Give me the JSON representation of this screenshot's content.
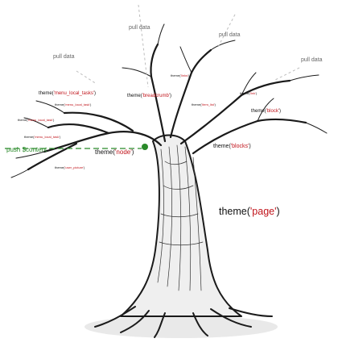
{
  "diagram": {
    "pull_labels": [
      {
        "id": "pull-1",
        "text": "pull data"
      },
      {
        "id": "pull-2",
        "text": "pull data"
      },
      {
        "id": "pull-3",
        "text": "pull data"
      },
      {
        "id": "pull-4",
        "text": "pull data"
      }
    ],
    "push_label": "push $content",
    "theme_calls": [
      {
        "id": "menu-local-tasks",
        "fn": "theme(",
        "arg": "'menu_local_tasks'",
        "close": ")"
      },
      {
        "id": "menu-local-task",
        "fn": "theme(",
        "arg": "'menu_local_task'",
        "close": ")"
      },
      {
        "id": "menu-local-task-2",
        "fn": "theme(",
        "arg": "'menu_local_task'",
        "close": ")"
      },
      {
        "id": "menu-local-task-3",
        "fn": "theme(",
        "arg": "'menu_local_task'",
        "close": ")"
      },
      {
        "id": "user-picture",
        "fn": "theme(",
        "arg": "'user_picture'",
        "close": ")"
      },
      {
        "id": "breadcrumb",
        "fn": "theme(",
        "arg": "'breadcrumb'",
        "close": ")"
      },
      {
        "id": "links",
        "fn": "theme(",
        "arg": "'links'",
        "close": ")"
      },
      {
        "id": "link",
        "fn": "theme(",
        "arg": "'link'",
        "close": ")"
      },
      {
        "id": "item-list",
        "fn": "theme(",
        "arg": "'item_list'",
        "close": ")"
      },
      {
        "id": "block",
        "fn": "theme(",
        "arg": "'block'",
        "close": ")"
      },
      {
        "id": "node",
        "fn": "theme(",
        "arg": "'node'",
        "close": ")"
      },
      {
        "id": "blocks",
        "fn": "theme(",
        "arg": "'blocks'",
        "close": ")"
      },
      {
        "id": "page",
        "fn": "theme(",
        "arg": "'page'",
        "close": ")"
      }
    ],
    "colors": {
      "ink": "#1a1a1a",
      "accent_red": "#c0141b",
      "push_green": "#2a8a2a",
      "arrow_gray": "#bdbdbd"
    }
  }
}
